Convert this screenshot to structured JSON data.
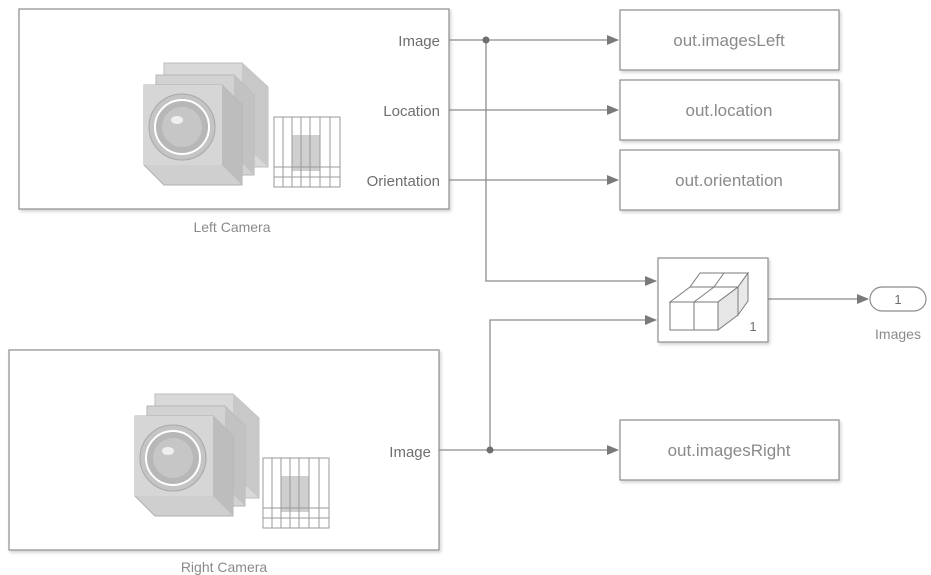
{
  "left_camera": {
    "title": "Left Camera",
    "ports": [
      "Image",
      "Location",
      "Orientation"
    ]
  },
  "right_camera": {
    "title": "Right Camera",
    "ports": [
      "Image"
    ]
  },
  "to_workspace_blocks": {
    "images_left": "out.imagesLeft",
    "location": "out.location",
    "orientation": "out.orientation",
    "images_right": "out.imagesRight"
  },
  "concatenate_block": {
    "dimension": "1"
  },
  "outport": {
    "number": "1",
    "name": "Images"
  },
  "colors": {
    "block_border": "#8c8c8c",
    "line": "#8c8c8c",
    "text": "#8a8a8a",
    "background": "#ffffff"
  }
}
